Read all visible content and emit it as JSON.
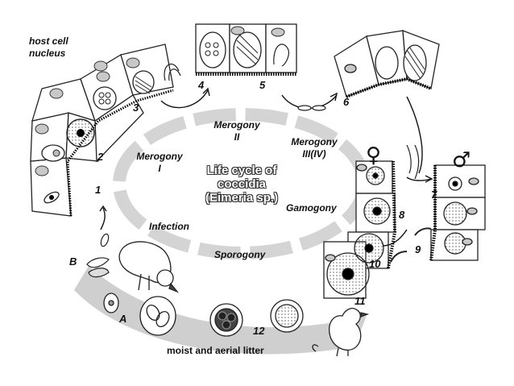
{
  "labels": {
    "host_cell_nucleus": "host cell nucleus",
    "merogony_i": "Merogony I",
    "merogony_ii": "Merogony II",
    "merogony_iii": "Merogony III(IV)",
    "gamogony": "Gamogony",
    "infection": "Infection",
    "sporogony": "Sporogony",
    "litter": "moist and aerial litter",
    "center_title": "Life cycle of coccidia (Eimeria sp.)"
  },
  "stages": {
    "s1": "1",
    "s2": "2",
    "s3": "3",
    "s4": "4",
    "s5": "5",
    "s6": "6",
    "s7": "7",
    "s8": "8",
    "s9": "9",
    "s10": "10",
    "s11": "11",
    "s12": "12",
    "a": "A",
    "b": "B"
  },
  "symbols": {
    "female": "♀",
    "male": "♂"
  }
}
